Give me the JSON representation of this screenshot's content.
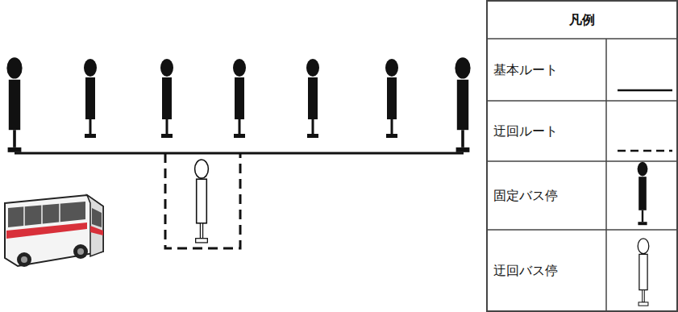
{
  "diagram": {
    "labels": [
      "凡例"
    ],
    "legend": [
      {
        "text": "基本ルート"
      },
      {
        "text": "迂回ルート"
      },
      {
        "text": "固定バス停"
      },
      {
        "text": "迂回バス停"
      }
    ]
  }
}
